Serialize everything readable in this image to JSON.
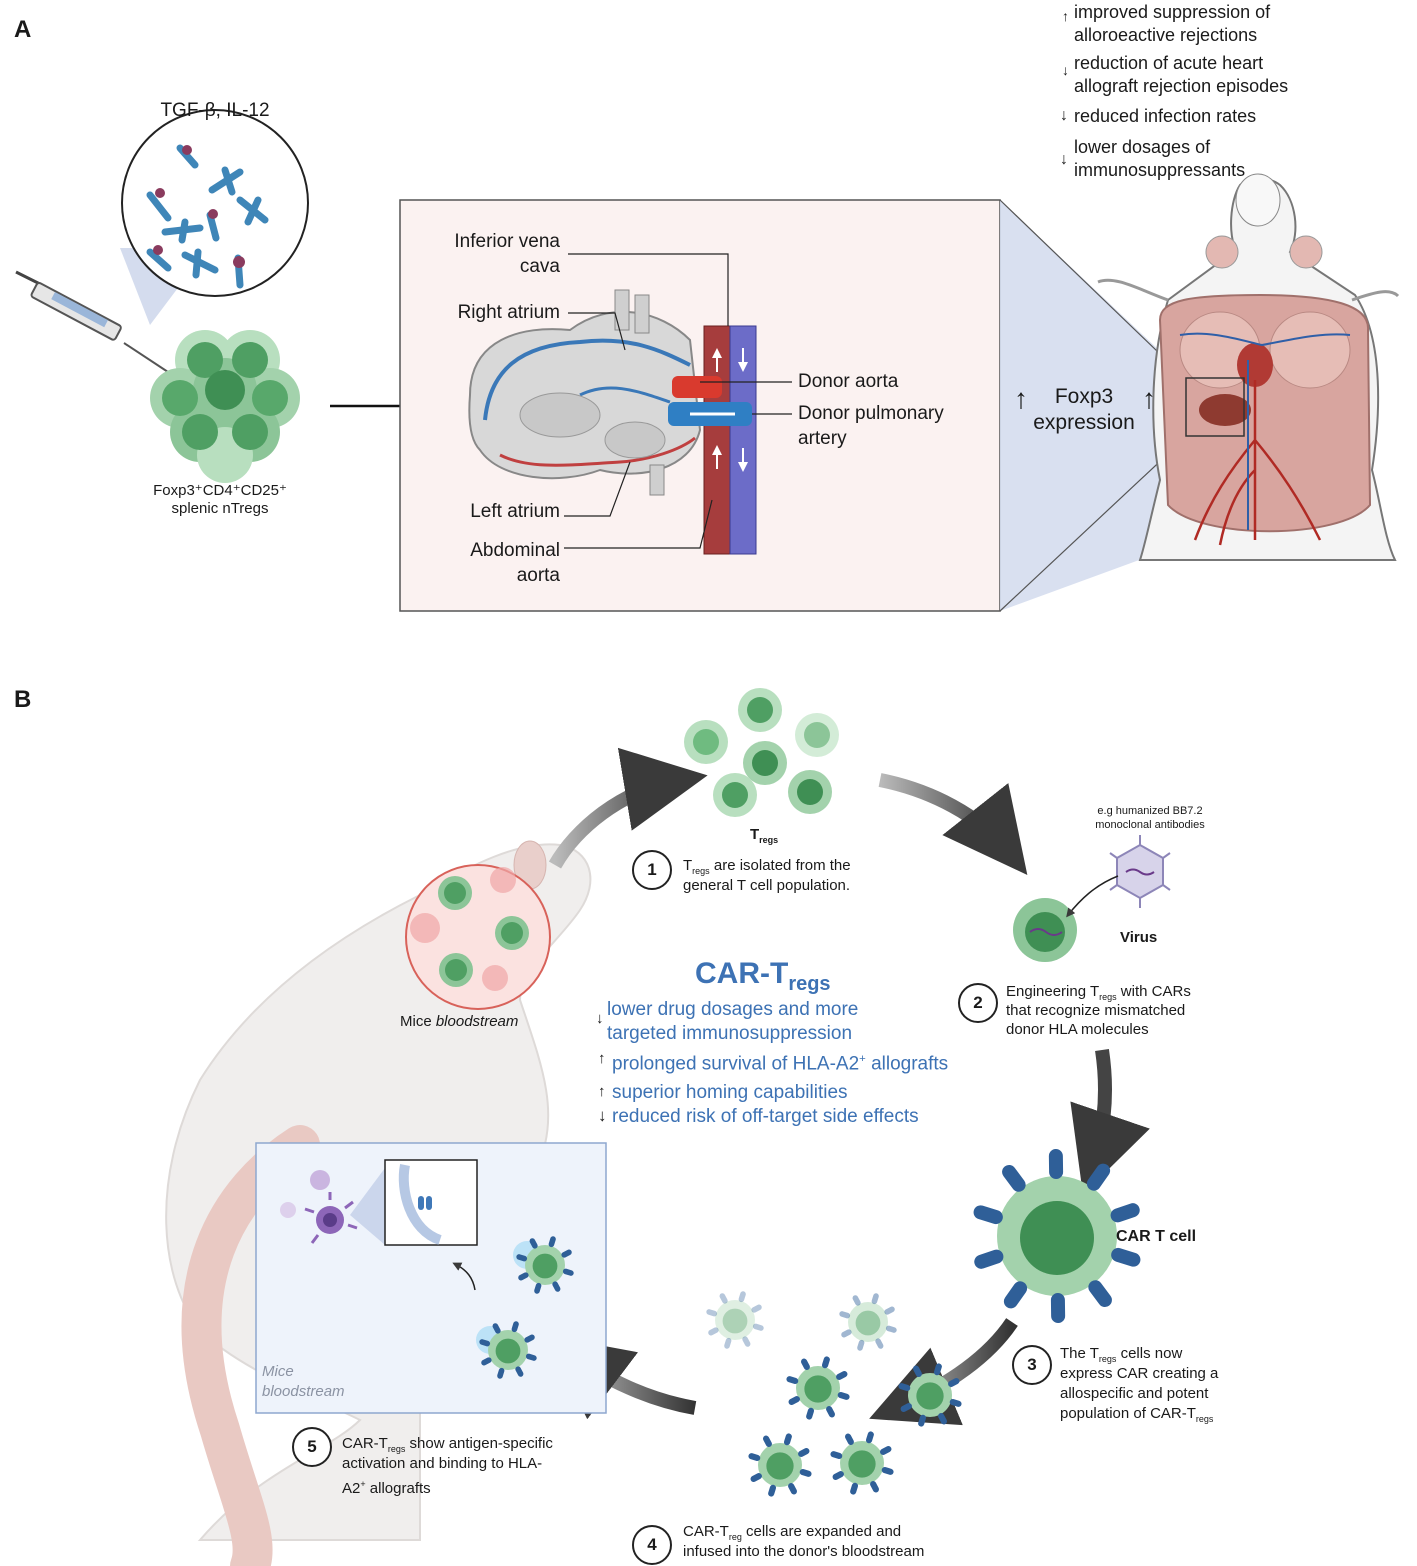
{
  "panel_a": {
    "letter": "A",
    "cytokines": "TGF-β, IL-12",
    "cell_label_line1": "Foxp3⁺CD4⁺CD25⁺",
    "cell_label_line2": "splenic nTregs",
    "heart_labels": {
      "ivc_line1": "Inferior vena",
      "ivc_line2": "cava",
      "right_atrium": "Right atrium",
      "left_atrium": "Left atrium",
      "abdominal_line1": "Abdominal",
      "abdominal_line2": "aorta",
      "donor_aorta": "Donor aorta",
      "donor_pa_line1": "Donor pulmonary",
      "donor_pa_line2": "artery"
    },
    "foxp3_line1": "Foxp3",
    "foxp3_line2": "expression",
    "outcomes": [
      {
        "arrow": "↑",
        "line1": "improved suppression of",
        "line2": "alloroeactive rejections"
      },
      {
        "arrow": "↓",
        "line1": "reduction of acute heart",
        "line2": "allograft rejection episodes"
      },
      {
        "arrow": "↓",
        "line1": "reduced infection rates",
        "line2": ""
      },
      {
        "arrow": "↓",
        "line1": "lower dosages of",
        "line2": "immunosuppressants"
      }
    ]
  },
  "panel_b": {
    "letter": "B",
    "treg_label": "T",
    "treg_sub": "regs",
    "step1_num": "1",
    "step1_line1_pre": "T",
    "step1_line1_sub": "regs",
    "step1_line1_post": " are isolated from the",
    "step1_line2": "general T cell population.",
    "antibody_line1": "e.g humanized BB7.2",
    "antibody_line2": "monoclonal antibodies",
    "virus": "Virus",
    "step2_num": "2",
    "step2_line1_pre": "Engineering T",
    "step2_line1_sub": "regs",
    "step2_line1_post": " with CARs",
    "step2_line2": "that recognize mismatched",
    "step2_line3": "donor HLA molecules",
    "car_t_cell": "CAR T cell",
    "step3_num": "3",
    "step3_line1_pre": "The T",
    "step3_line1_sub": "regs",
    "step3_line1_post": " cells now",
    "step3_line2": "express CAR creating a",
    "step3_line3": "allospecific and potent",
    "step3_line4_pre": "population of CAR-T",
    "step3_line4_sub": "regs",
    "step4_num": "4",
    "step4_line1_pre": "CAR-T",
    "step4_line1_sub": "reg",
    "step4_line1_post": " cells are expanded and",
    "step4_line2": "infused into the donor's bloodstream",
    "step5_num": "5",
    "step5_line1_pre": "CAR-T",
    "step5_line1_sub": "regs",
    "step5_line1_post": " show antigen-specific",
    "step5_line2": "activation and binding to HLA-",
    "step5_line3_pre": "A2",
    "step5_line3_sup": "+",
    "step5_line3_post": " allografts",
    "mice_bloodstream_pre": "Mice ",
    "mice_bloodstream_em": "bloodstream",
    "mice_box_line1": "Mice",
    "mice_box_line2": "bloodstream",
    "center_title": "CAR-T",
    "center_title_sub": "regs",
    "center_items": [
      {
        "arrow": "↓",
        "line1": "lower drug dosages and more",
        "line2": "targeted immunosuppression"
      },
      {
        "arrow": "↑",
        "line1_pre": "prolonged survival of HLA-A2",
        "line1_sup": "+",
        "line1_post": " allografts"
      },
      {
        "arrow": "↑",
        "line1": "superior homing capabilities"
      },
      {
        "arrow": "↓",
        "line1": " reduced risk of off-target side effects"
      }
    ]
  },
  "colors": {
    "center_text": "#3d72b4",
    "treg_cell": "#5fae72",
    "box_fill": "#fbf2f1",
    "blood_box_fill": "#eef3fb"
  }
}
